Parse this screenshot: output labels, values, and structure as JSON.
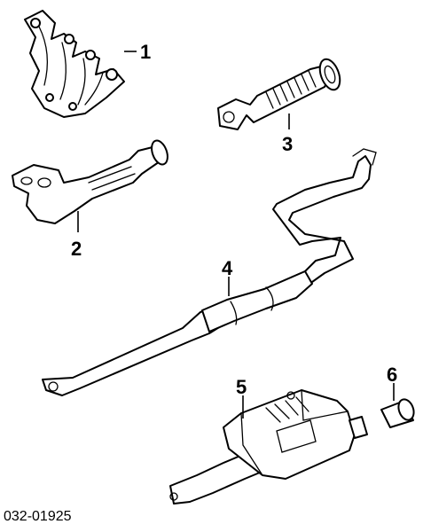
{
  "diagram": {
    "reference_number": "032-01925",
    "callouts": [
      {
        "id": "1",
        "label": "1"
      },
      {
        "id": "2",
        "label": "2"
      },
      {
        "id": "3",
        "label": "3"
      },
      {
        "id": "4",
        "label": "4"
      },
      {
        "id": "5",
        "label": "5"
      },
      {
        "id": "6",
        "label": "6"
      }
    ]
  }
}
